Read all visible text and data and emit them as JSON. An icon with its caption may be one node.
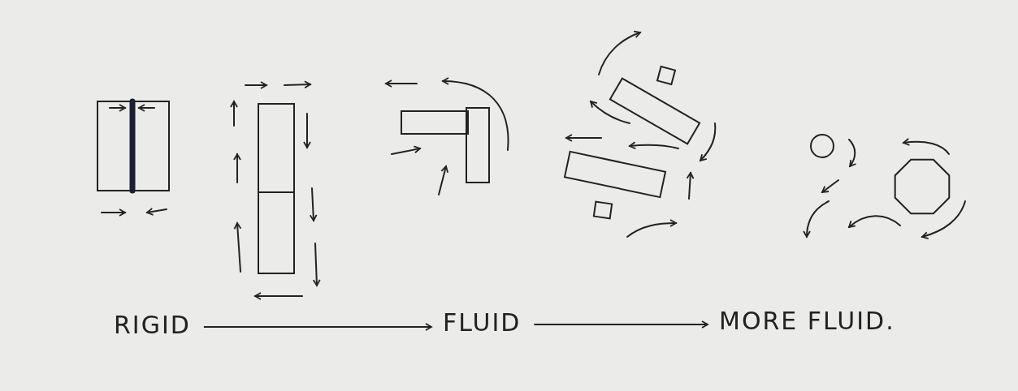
{
  "diagram": {
    "nodes": [
      {
        "text": [
          "RIGID"
        ]
      },
      {
        "text": [
          "FLUID"
        ]
      },
      {
        "text": [
          "MORE FLUID."
        ]
      }
    ],
    "edges": [
      {
        "from": 0,
        "to": 1,
        "arrow": "to"
      },
      {
        "from": 1,
        "to": 2,
        "arrow": "to"
      }
    ]
  }
}
